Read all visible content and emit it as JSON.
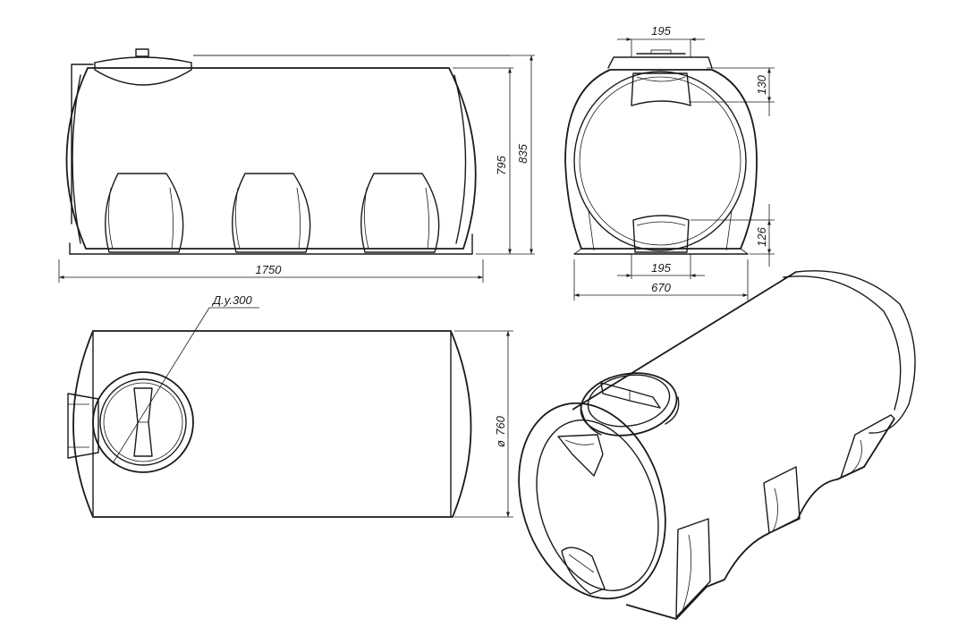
{
  "dimensions": {
    "length": "1750",
    "height_total": "835",
    "height_body": "795",
    "lid_width_top": "195",
    "lid_height": "130",
    "foot_height": "126",
    "foot_width": "195",
    "width": "670",
    "diameter": "760"
  },
  "labels": {
    "hatch": "Д.у.300",
    "diameter_symbol": "ø"
  },
  "colors": {
    "line": "#1a1a1a",
    "background": "#ffffff"
  }
}
